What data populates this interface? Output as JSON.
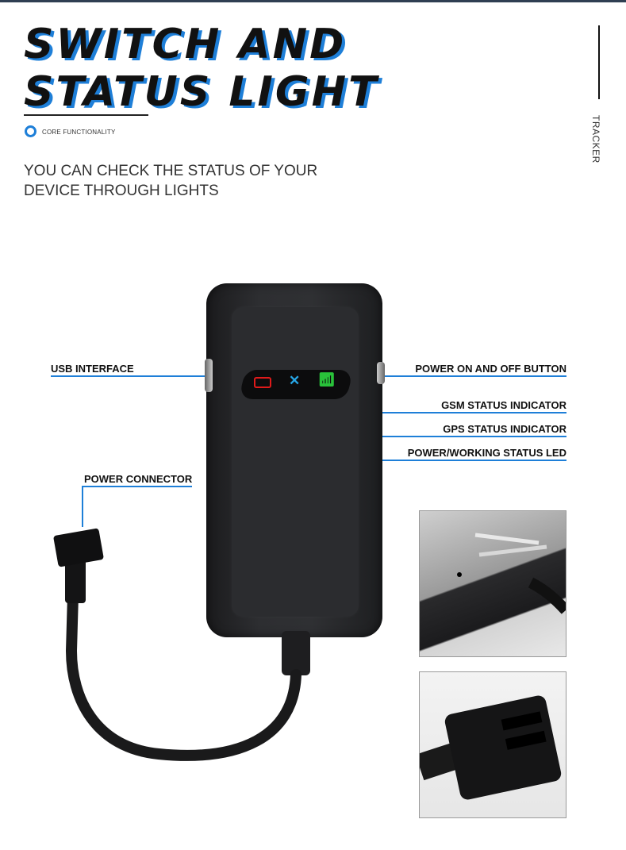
{
  "title_line1": "SWITCH AND",
  "title_line2": "STATUS LIGHT",
  "core_label": "CORE FUNCTIONALITY",
  "subtitle": "YOU CAN CHECK THE STATUS OF YOUR DEVICE THROUGH LIGHTS",
  "side_label": "TRACKER",
  "labels": {
    "usb": "USB INTERFACE",
    "power_button": "POWER ON AND OFF BUTTON",
    "gsm": "GSM STATUS INDICATOR",
    "gps": "GPS STATUS INDICATOR",
    "power_led": "POWER/WORKING STATUS LED",
    "connector": "POWER CONNECTOR"
  },
  "colors": {
    "accent": "#1e7fd8",
    "led_power": "#e01a1a",
    "led_gps": "#27a6e6",
    "led_gsm": "#29c23a"
  },
  "icons": {
    "gps": "satellite-icon",
    "gsm": "signal-antenna-icon",
    "power": "battery-icon"
  }
}
